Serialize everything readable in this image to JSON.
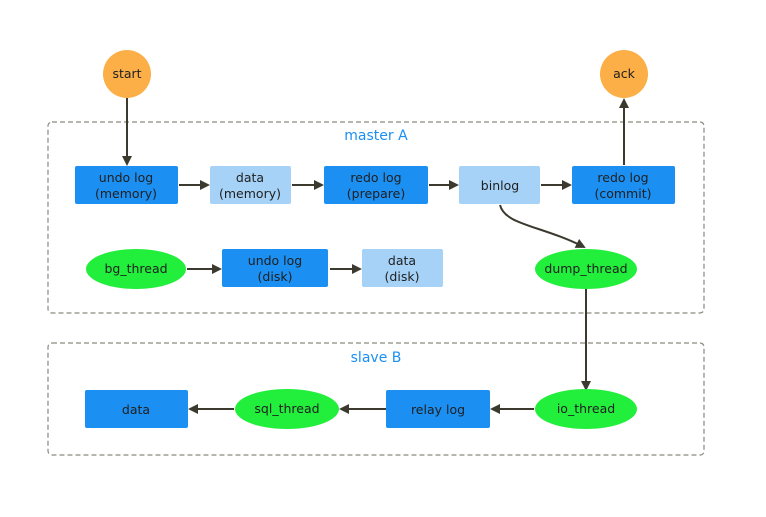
{
  "colors": {
    "dark_blue": "#1B8FF2",
    "light_blue": "#A6D2F7",
    "green": "#22EE3C",
    "orange": "#FCAE47",
    "group_border": "#8A8A7E",
    "group_title": "#1B8FF2",
    "arrow": "#3C3A2E"
  },
  "groups": {
    "master": {
      "title": "master A"
    },
    "slave": {
      "title": "slave B"
    }
  },
  "nodes": {
    "start": "start",
    "ack": "ack",
    "undo_log_memory": {
      "line1": "undo log",
      "line2": "(memory)"
    },
    "data_memory": {
      "line1": "data",
      "line2": "(memory)"
    },
    "redo_log_prepare": {
      "line1": "redo log",
      "line2": "(prepare)"
    },
    "binlog": "binlog",
    "redo_log_commit": {
      "line1": "redo log",
      "line2": "(commit)"
    },
    "bg_thread": "bg_thread",
    "undo_log_disk": {
      "line1": "undo log",
      "line2": "(disk)"
    },
    "data_disk": {
      "line1": "data",
      "line2": "(disk)"
    },
    "dump_thread": "dump_thread",
    "data_slave": "data",
    "sql_thread": "sql_thread",
    "relay_log": "relay log",
    "io_thread": "io_thread"
  }
}
